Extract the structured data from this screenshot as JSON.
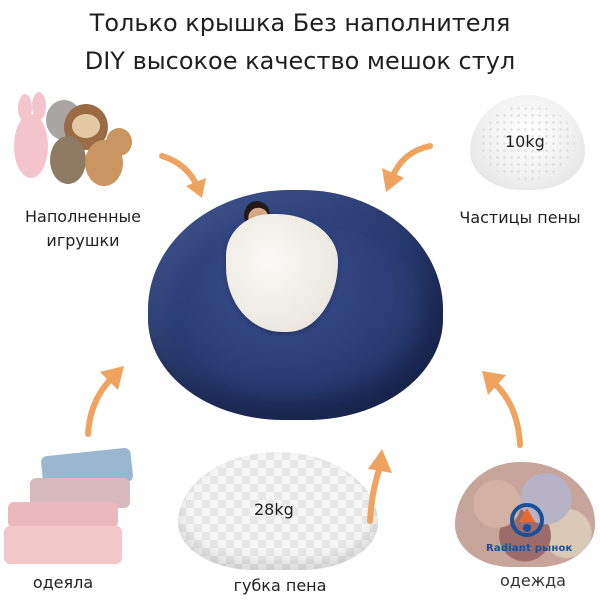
{
  "header": {
    "title_line1": "Только крышка     Без наполнителя",
    "title_line2": "DIY высокое качество мешок стул"
  },
  "items": {
    "stuffed_toys": {
      "label_line1": "Наполненные",
      "label_line2": "игрушки"
    },
    "foam_particles": {
      "label": "Частицы пены",
      "weight": "10kg"
    },
    "blankets": {
      "label": "одеяла"
    },
    "sponge_foam": {
      "label": "губка пена",
      "weight": "28kg"
    },
    "clothes": {
      "label": "одежда"
    }
  },
  "watermark": {
    "text": "Radiant рынок"
  },
  "colors": {
    "arrow": "#f0a35e",
    "beanbag": "#2c3f78",
    "blanket": "#f2efe9",
    "brand": "#1b4f98"
  },
  "icons": [
    "toys-image",
    "foam-particles-image",
    "blankets-image",
    "sponge-foam-image",
    "clothes-image",
    "arrow-icon",
    "beanbag-image",
    "brand-logo-icon"
  ]
}
